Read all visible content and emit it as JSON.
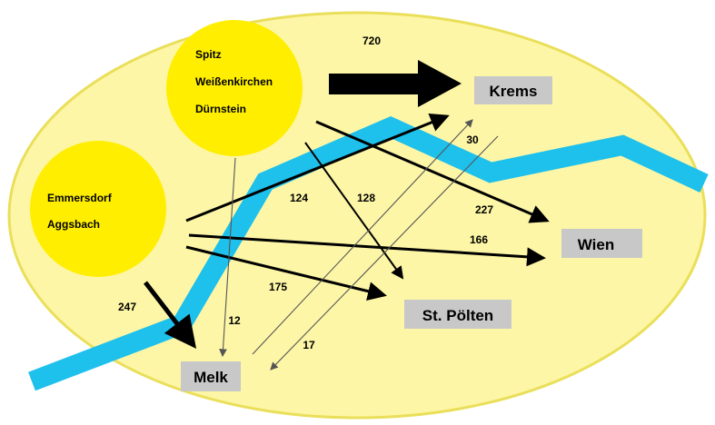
{
  "regions": {
    "wachau_west": [
      "Spitz",
      "Weißenkirchen",
      "Dürnstein"
    ],
    "wachau_east": [
      "Emmersdorf",
      "Aggsbach"
    ]
  },
  "destinations": {
    "krems": "Krems",
    "wien": "Wien",
    "st_poelten": "St. Pölten",
    "melk": "Melk"
  },
  "flows": {
    "west_krems": "720",
    "west_wien": "227",
    "west_stpoelten": "128",
    "west_melk": "12",
    "east_krems": "124",
    "east_wien": "166",
    "east_stpoelten": "175",
    "east_melk": "247",
    "melk_krems": "30",
    "krems_melk": "17"
  },
  "colors": {
    "background_ellipse": "#fdf6a6",
    "ellipse_stroke": "#eadf5a",
    "region_circle": "#ffee00",
    "river": "#1ec0ec",
    "box_fill": "#c8c8c8",
    "arrow": "#000000",
    "thin_arrow": "#555555"
  }
}
